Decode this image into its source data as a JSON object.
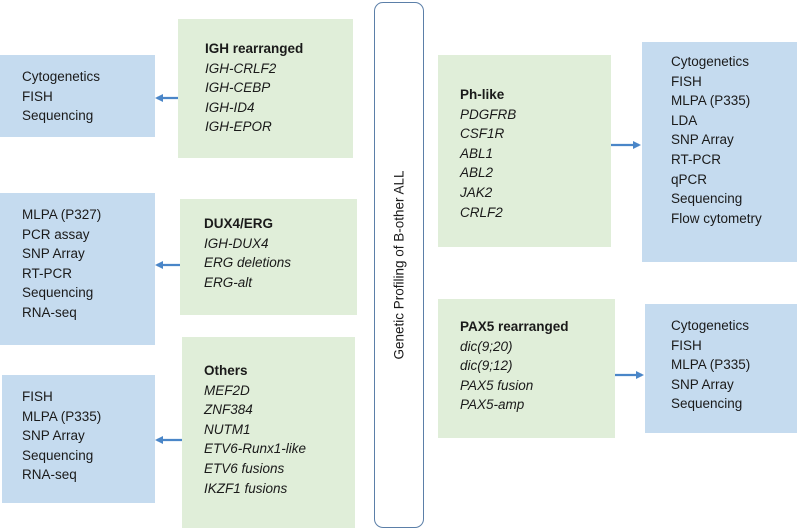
{
  "center": {
    "label": "Genetic Profiling of B-other ALL"
  },
  "colors": {
    "method_box": "#c5dbef",
    "subtype_box": "#e0eed9",
    "arrow": "#4a86c8",
    "center_border": "#5b7fa8"
  },
  "left_groups": [
    {
      "subtype": {
        "title": "IGH rearranged",
        "items": [
          "IGH-CRLF2",
          "IGH-CEBP",
          "IGH-ID4",
          "IGH-EPOR"
        ]
      },
      "methods": [
        "Cytogenetics",
        "FISH",
        "Sequencing"
      ]
    },
    {
      "subtype": {
        "title": "DUX4/ERG",
        "items": [
          "IGH-DUX4",
          "ERG deletions",
          "ERG-alt"
        ]
      },
      "methods": [
        "MLPA (P327)",
        "PCR assay",
        "SNP Array",
        "RT-PCR",
        "Sequencing",
        "RNA-seq"
      ]
    },
    {
      "subtype": {
        "title": "Others",
        "items": [
          "MEF2D",
          "ZNF384",
          "NUTM1",
          "ETV6-Runx1-like",
          "ETV6 fusions",
          "IKZF1 fusions"
        ]
      },
      "methods": [
        "FISH",
        "MLPA (P335)",
        "SNP Array",
        "Sequencing",
        "RNA-seq"
      ]
    }
  ],
  "right_groups": [
    {
      "subtype": {
        "title": "Ph-like",
        "items": [
          "PDGFRB",
          "CSF1R",
          "ABL1",
          "ABL2",
          "JAK2",
          "CRLF2"
        ]
      },
      "methods": [
        "Cytogenetics",
        "FISH",
        "MLPA (P335)",
        "LDA",
        "SNP Array",
        "RT-PCR",
        "qPCR",
        "Sequencing",
        "Flow cytometry"
      ]
    },
    {
      "subtype": {
        "title": "PAX5 rearranged",
        "items": [
          "dic(9;20)",
          "dic(9;12)",
          "PAX5 fusion",
          "PAX5-amp"
        ]
      },
      "methods": [
        "Cytogenetics",
        "FISH",
        "MLPA (P335)",
        "SNP Array",
        "Sequencing"
      ]
    }
  ]
}
